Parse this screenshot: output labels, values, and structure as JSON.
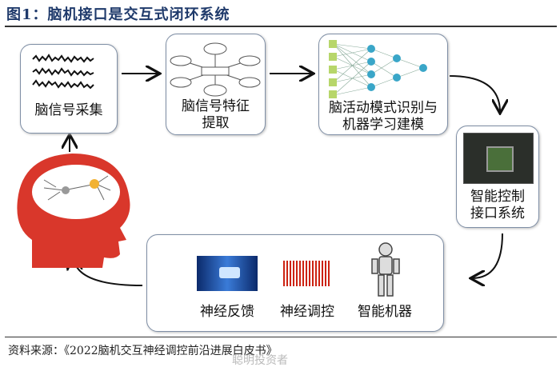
{
  "title": "图1：脑机接口是交互式闭环系统",
  "steps": {
    "acquisition": "脑信号采集",
    "feature": [
      "脑信号特征",
      "提取"
    ],
    "recognition": [
      "脑活动模式识别与",
      "机器学习建模"
    ],
    "interface": [
      "智能控制",
      "接口系统"
    ]
  },
  "outputs": [
    "神经反馈",
    "神经调控",
    "智能机器"
  ],
  "source": "资料来源：《2022脑机交互神经调控前沿进展白皮书》",
  "watermark": "聪明投资者"
}
